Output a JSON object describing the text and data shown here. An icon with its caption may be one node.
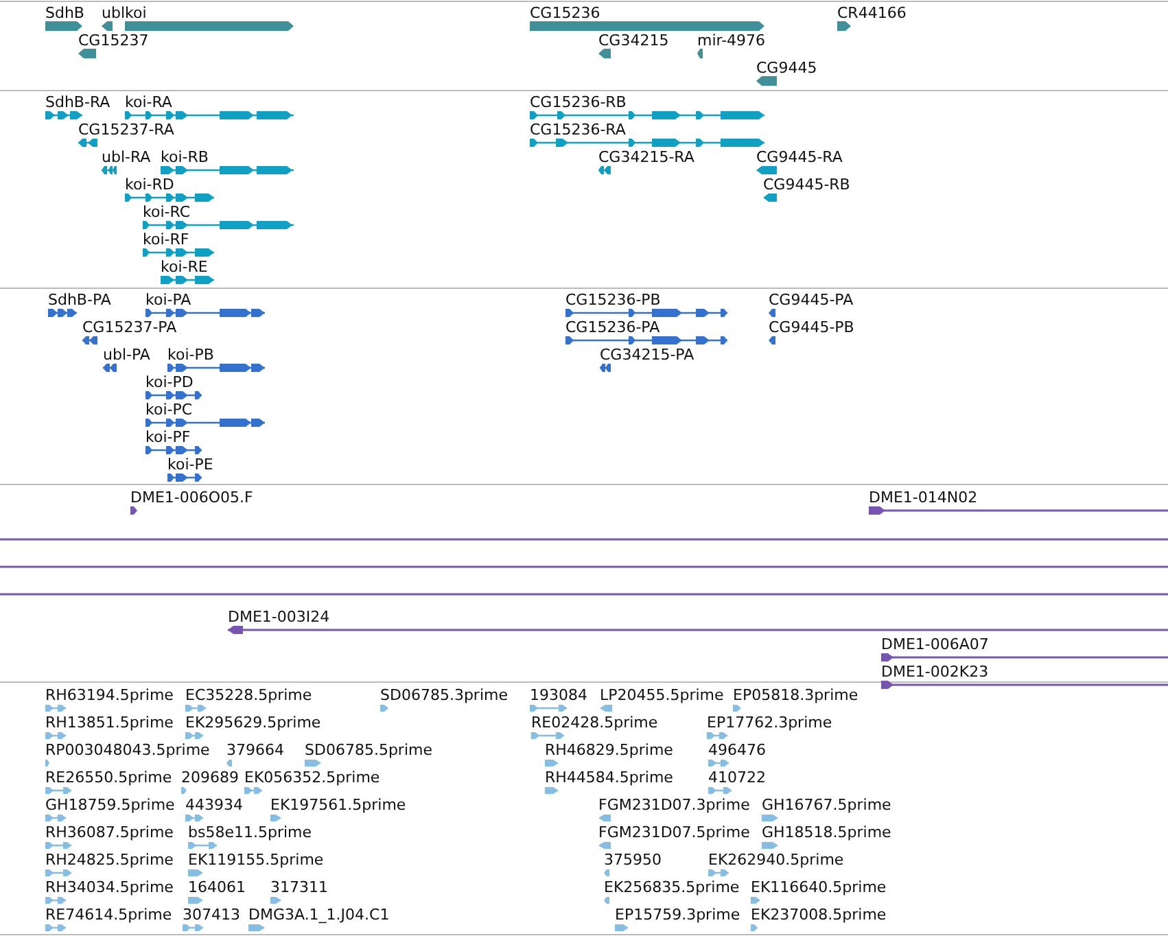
{
  "diagram": {
    "labels": [
      "SdhB",
      "ubl",
      "koi",
      "CG15236",
      "CR44166",
      "CG15237",
      "CG34215",
      "mir-4976",
      "CG9445",
      "SdhB-RA",
      "koi-RA",
      "CG15236-RB",
      "CG15237-RA",
      "CG15236-RA",
      "ubl-RA",
      "koi-RB",
      "CG34215-RA",
      "CG9445-RA",
      "koi-RD",
      "CG9445-RB",
      "koi-RC",
      "koi-RF",
      "koi-RE",
      "SdhB-PA",
      "koi-PA",
      "CG15236-PB",
      "CG9445-PA",
      "CG15237-PA",
      "CG15236-PA",
      "CG9445-PB",
      "ubl-PA",
      "koi-PB",
      "CG34215-PA",
      "koi-PD",
      "koi-PC",
      "koi-PF",
      "koi-PE",
      "DME1-006O05.F",
      "DME1-014N02",
      "DME1-003I24",
      "DME1-006A07",
      "DME1-002K23",
      "RH63194.5prime",
      "EC35228.5prime",
      "SD06785.3prime",
      "193084",
      "LP20455.5prime",
      "EP05818.3prime",
      "RH13851.5prime",
      "EK295629.5prime",
      "RE02428.5prime",
      "EP17762.3prime",
      "RP003048043.5prime",
      "379664",
      "SD06785.5prime",
      "RH46829.5prime",
      "496476",
      "RE26550.5prime",
      "209689",
      "EK056352.5prime",
      "RH44584.5prime",
      "410722",
      "GH18759.5prime",
      "443934",
      "EK197561.5prime",
      "FGM231D07.3prime",
      "GH16767.5prime",
      "RH36087.5prime",
      "bs58e11.5prime",
      "FGM231D07.5prime",
      "GH18518.5prime",
      "RH24825.5prime",
      "EK119155.5prime",
      "375950",
      "EK262940.5prime",
      "RH34034.5prime",
      "164061",
      "317311",
      "EK256835.5prime",
      "EK116640.5prime",
      "RE74614.5prime",
      "307413",
      "DMG3A.1_1.J04.C1",
      "EP15759.3prime",
      "EK237008.5prime"
    ]
  }
}
